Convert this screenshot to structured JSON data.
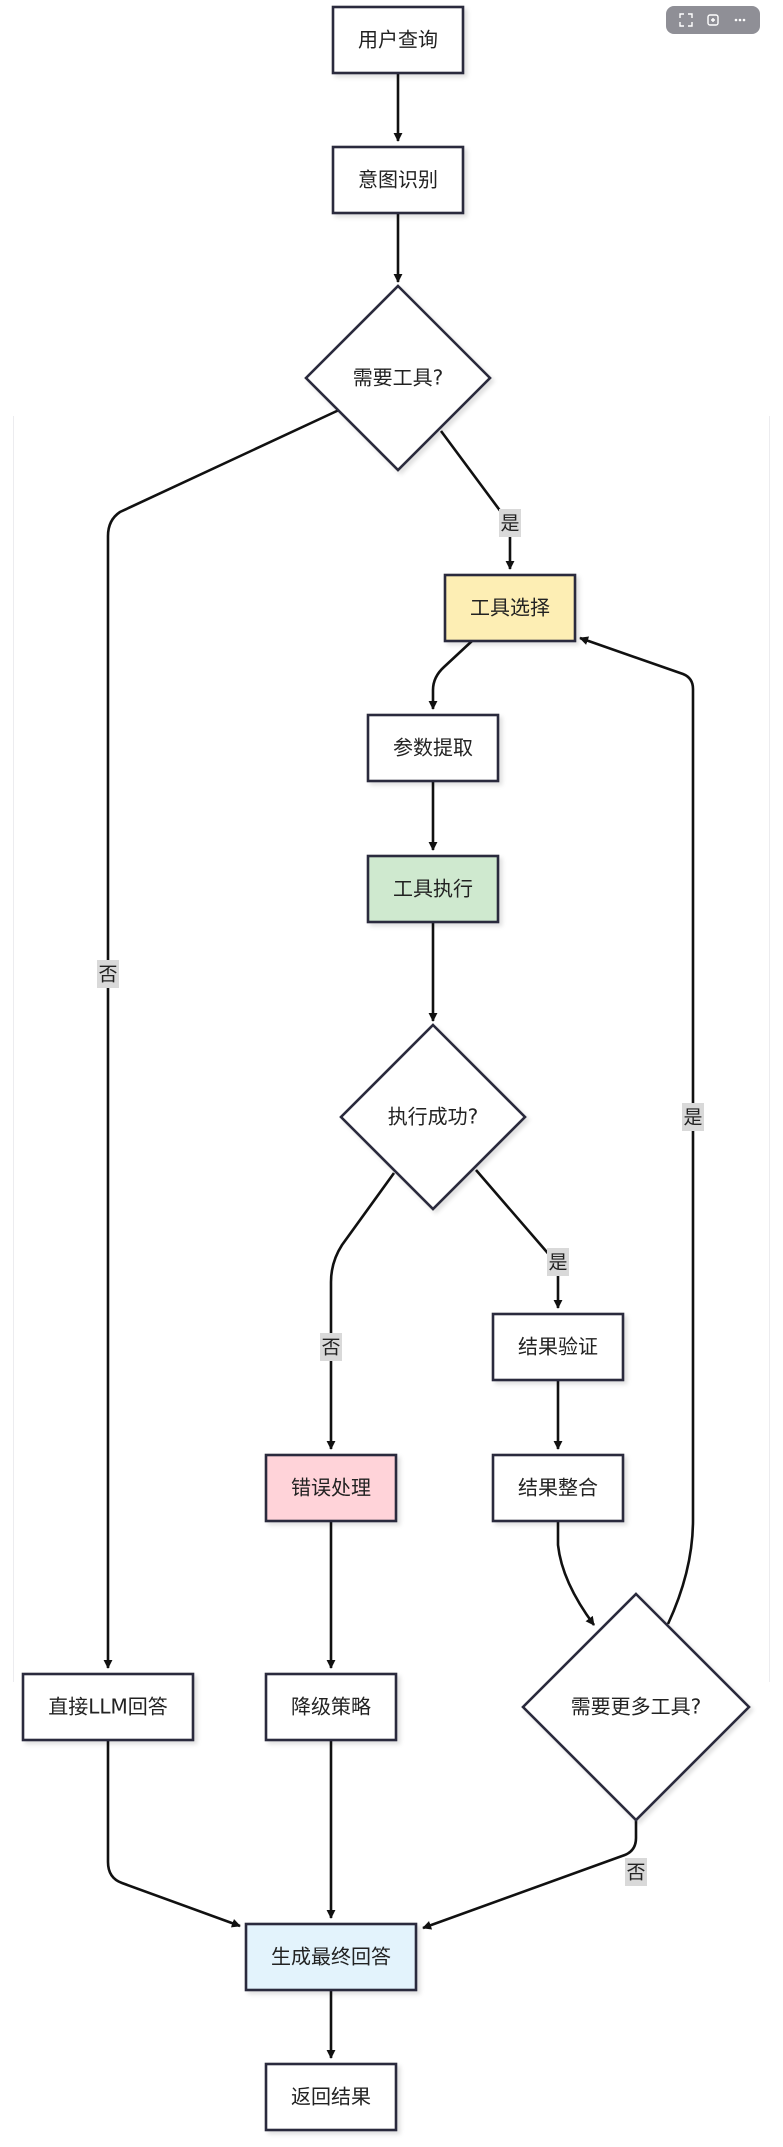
{
  "toolbar": {
    "icons": [
      "expand-icon",
      "copy-icon",
      "more-icon"
    ]
  },
  "nodes": [
    {
      "id": "user-query",
      "label": "用户查询",
      "shape": "rect",
      "fill": "#ffffff"
    },
    {
      "id": "intent",
      "label": "意图识别",
      "shape": "rect",
      "fill": "#ffffff"
    },
    {
      "id": "need-tool",
      "label": "需要工具?",
      "shape": "diamond",
      "fill": "#ffffff"
    },
    {
      "id": "tool-select",
      "label": "工具选择",
      "shape": "rect",
      "fill": "#fdeeb4"
    },
    {
      "id": "param-extract",
      "label": "参数提取",
      "shape": "rect",
      "fill": "#ffffff"
    },
    {
      "id": "tool-exec",
      "label": "工具执行",
      "shape": "rect",
      "fill": "#cfe9cf"
    },
    {
      "id": "exec-success",
      "label": "执行成功?",
      "shape": "diamond",
      "fill": "#ffffff"
    },
    {
      "id": "result-verify",
      "label": "结果验证",
      "shape": "rect",
      "fill": "#ffffff"
    },
    {
      "id": "error-handle",
      "label": "错误处理",
      "shape": "rect",
      "fill": "#ffd3d9"
    },
    {
      "id": "result-merge",
      "label": "结果整合",
      "shape": "rect",
      "fill": "#ffffff"
    },
    {
      "id": "direct-llm",
      "label": "直接LLM回答",
      "shape": "rect",
      "fill": "#ffffff"
    },
    {
      "id": "fallback",
      "label": "降级策略",
      "shape": "rect",
      "fill": "#ffffff"
    },
    {
      "id": "need-more",
      "label": "需要更多工具?",
      "shape": "diamond",
      "fill": "#ffffff"
    },
    {
      "id": "final-answer",
      "label": "生成最终回答",
      "shape": "rect",
      "fill": "#e3f3fc"
    },
    {
      "id": "return-result",
      "label": "返回结果",
      "shape": "rect",
      "fill": "#ffffff"
    }
  ],
  "edges": [
    {
      "from": "user-query",
      "to": "intent",
      "label": ""
    },
    {
      "from": "intent",
      "to": "need-tool",
      "label": ""
    },
    {
      "from": "need-tool",
      "to": "tool-select",
      "label": "是"
    },
    {
      "from": "need-tool",
      "to": "direct-llm",
      "label": "否"
    },
    {
      "from": "tool-select",
      "to": "param-extract",
      "label": ""
    },
    {
      "from": "param-extract",
      "to": "tool-exec",
      "label": ""
    },
    {
      "from": "tool-exec",
      "to": "exec-success",
      "label": ""
    },
    {
      "from": "exec-success",
      "to": "result-verify",
      "label": "是"
    },
    {
      "from": "exec-success",
      "to": "error-handle",
      "label": "否"
    },
    {
      "from": "result-verify",
      "to": "result-merge",
      "label": ""
    },
    {
      "from": "result-merge",
      "to": "need-more",
      "label": ""
    },
    {
      "from": "need-more",
      "to": "tool-select",
      "label": "是"
    },
    {
      "from": "need-more",
      "to": "final-answer",
      "label": "否"
    },
    {
      "from": "error-handle",
      "to": "fallback",
      "label": ""
    },
    {
      "from": "direct-llm",
      "to": "final-answer",
      "label": ""
    },
    {
      "from": "fallback",
      "to": "final-answer",
      "label": ""
    },
    {
      "from": "final-answer",
      "to": "return-result",
      "label": ""
    }
  ],
  "colors": {
    "stroke": "#2b2b3d",
    "edge": "#111111",
    "edge_label_bg": "#d9d9d9",
    "frame": "#ececef"
  }
}
